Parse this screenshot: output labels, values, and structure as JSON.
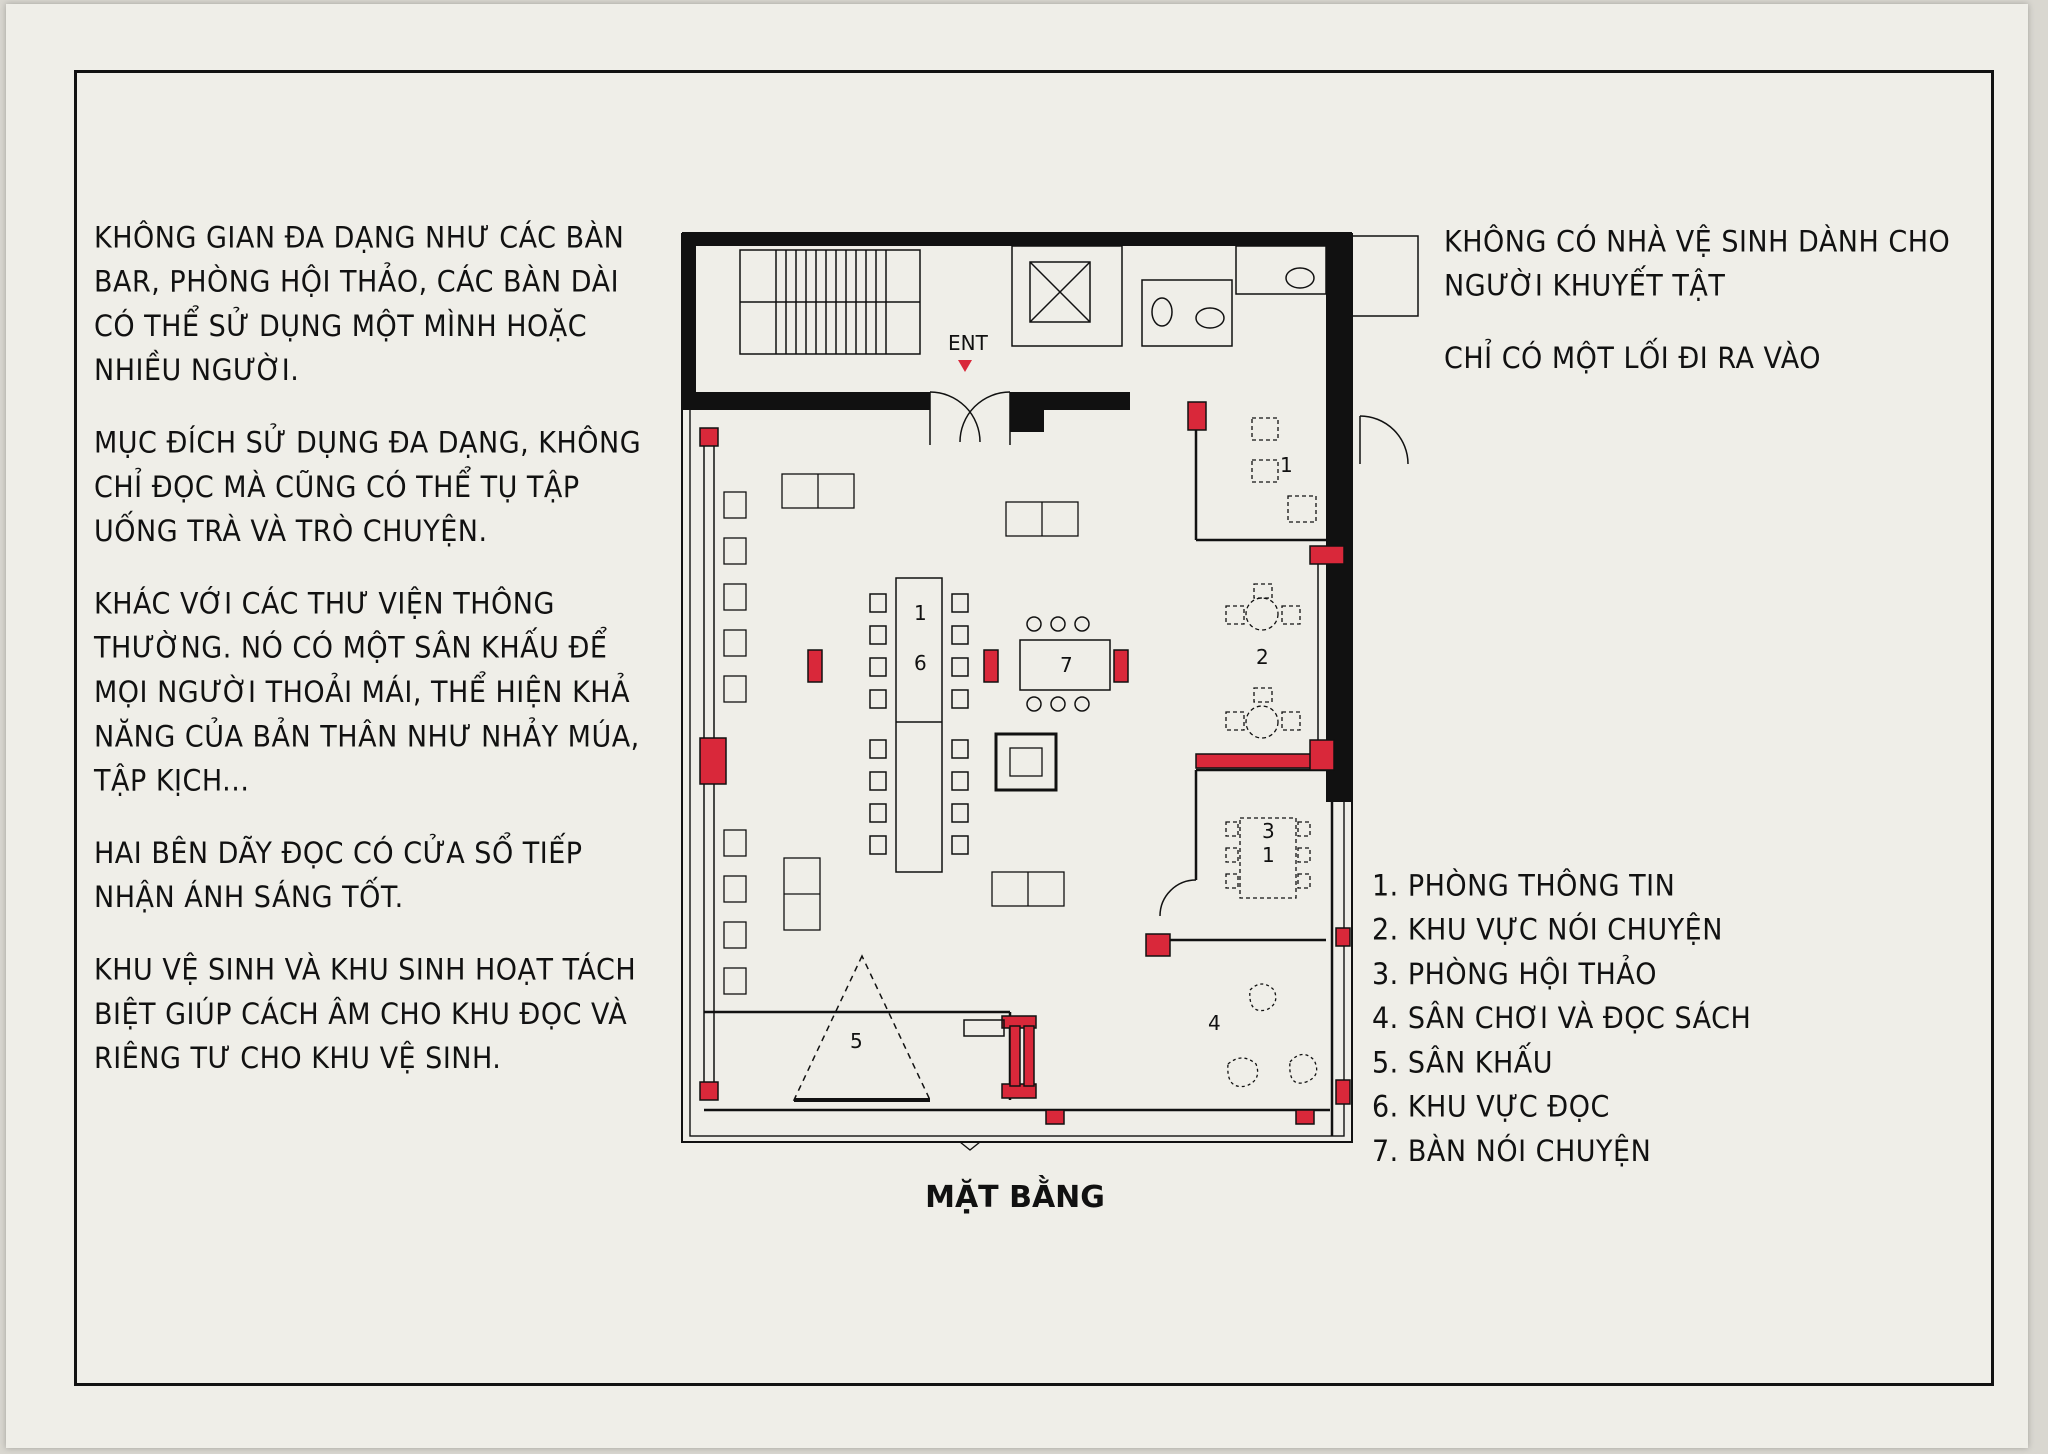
{
  "notes_left": [
    "KHÔNG GIAN ĐA DẠNG NHƯ CÁC BÀN BAR, PHÒNG HỘI THẢO, CÁC BÀN DÀI CÓ THỂ SỬ DỤNG MỘT MÌNH HOẶC NHIỀU NGƯỜI.",
    "MỤC ĐÍCH SỬ DỤNG ĐA DẠNG, KHÔNG CHỈ ĐỌC MÀ CŨNG CÓ THỂ TỤ TẬP UỐNG TRÀ VÀ TRÒ CHUYỆN.",
    "KHÁC VỚI CÁC THƯ VIỆN THÔNG THƯỜNG. NÓ CÓ MỘT SÂN KHẤU ĐỂ MỌI NGƯỜI THOẢI MÁI, THỂ HIỆN KHẢ NĂNG CỦA BẢN THÂN NHƯ NHẢY MÚA, TẬP KỊCH...",
    "HAI BÊN DÃY ĐỌC CÓ CỬA SỔ TIẾP NHẬN ÁNH SÁNG TỐT.",
    "KHU VỆ SINH VÀ KHU SINH HOẠT TÁCH BIỆT GIÚP CÁCH ÂM CHO KHU ĐỌC VÀ RIÊNG TƯ CHO KHU VỆ SINH."
  ],
  "notes_right": [
    "KHÔNG CÓ NHÀ VỆ SINH DÀNH CHO NGƯỜI KHUYẾT TẬT",
    "CHỈ CÓ MỘT LỐI ĐI RA VÀO"
  ],
  "legend": [
    "1. PHÒNG THÔNG TIN",
    "2. KHU VỰC NÓI CHUYỆN",
    "3. PHÒNG HỘI THẢO",
    "4. SÂN CHƠI VÀ ĐỌC SÁCH",
    "5. SÂN KHẤU",
    "6. KHU VỰC ĐỌC",
    "7. BÀN NÓI CHUYỆN"
  ],
  "plan": {
    "title": "MẶT BẰNG",
    "entrance_label": "ENT",
    "room_numbers": [
      "1",
      "2",
      "3",
      "4",
      "5",
      "6",
      "7",
      "1",
      "1"
    ]
  },
  "colors": {
    "paper": "#efeee8",
    "ink": "#111111",
    "accent_red": "#d9283a"
  }
}
